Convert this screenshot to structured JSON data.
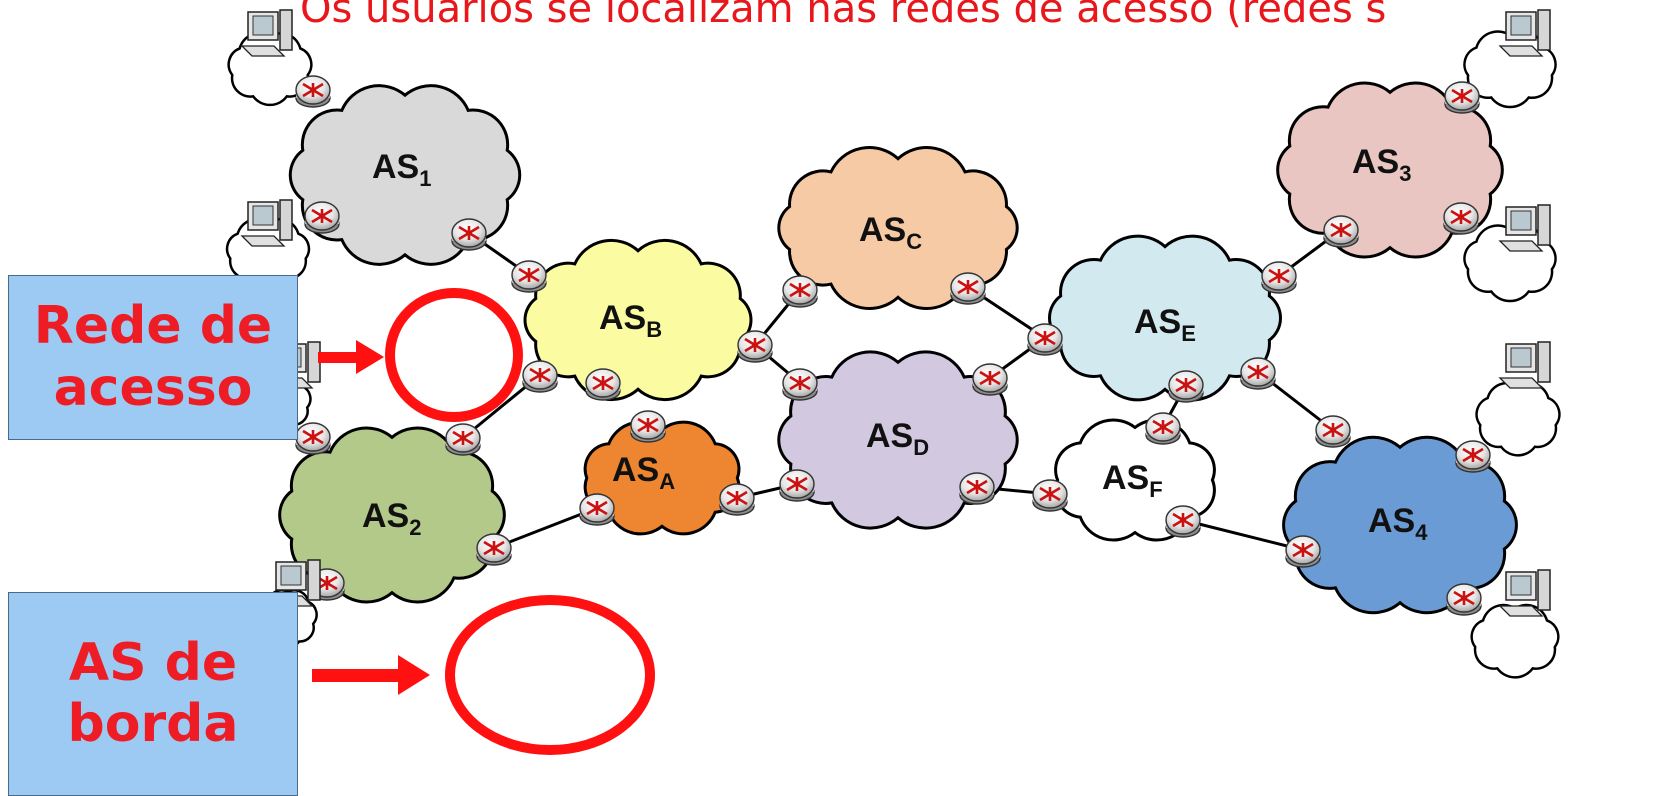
{
  "headline": "Os usuários se localizam nas redes de acesso (redes s",
  "as_labels": {
    "as1": {
      "main": "AS",
      "sub": "1"
    },
    "as2": {
      "main": "AS",
      "sub": "2"
    },
    "as3": {
      "main": "AS",
      "sub": "3"
    },
    "as4": {
      "main": "AS",
      "sub": "4"
    },
    "asA": {
      "main": "AS",
      "sub": "A"
    },
    "asB": {
      "main": "AS",
      "sub": "B"
    },
    "asC": {
      "main": "AS",
      "sub": "C"
    },
    "asD": {
      "main": "AS",
      "sub": "D"
    },
    "asE": {
      "main": "AS",
      "sub": "E"
    },
    "asF": {
      "main": "AS",
      "sub": "F"
    }
  },
  "callouts": {
    "rede_line1": "Rede de",
    "rede_line2": "acesso",
    "borda_line1": "AS de",
    "borda_line2": "borda"
  },
  "colors": {
    "as1": "#d9d9d9",
    "as2": "#b2c98a",
    "as3": "#e9c6c2",
    "as4": "#6b9bd4",
    "asA": "#ee8530",
    "asB": "#fbfca1",
    "asC": "#f7caa6",
    "asD": "#d2c8e0",
    "asE": "#d3e9f0",
    "asF": "#ffffff",
    "accent": "#ee1c25",
    "callout_bg": "#9ccaf2"
  },
  "icons": [
    "cloud-icon",
    "router-icon",
    "computer-icon",
    "arrow-right-icon",
    "highlight-circle-icon"
  ]
}
